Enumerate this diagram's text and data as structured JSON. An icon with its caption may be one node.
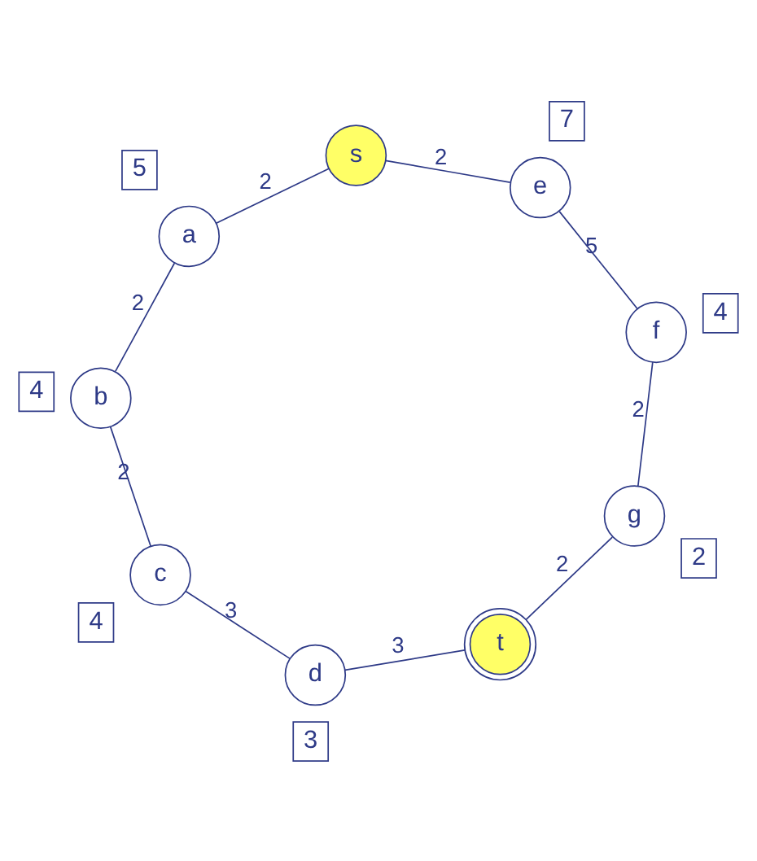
{
  "diagram": {
    "nodes": [
      {
        "text": [
          "e"
        ],
        "beside": [
          "7"
        ]
      },
      {
        "text": [
          "s"
        ]
      },
      {
        "text": [
          "a"
        ],
        "beside": [
          "5"
        ]
      },
      {
        "text": [
          "c"
        ],
        "beside": [
          "4"
        ]
      },
      {
        "text": [
          "b"
        ],
        "beside": [
          "4"
        ]
      },
      {
        "text": [
          "f"
        ],
        "beside": [
          "4"
        ]
      },
      {
        "text": [
          "g"
        ],
        "beside": [
          "2"
        ]
      },
      {
        "text": [
          "d"
        ],
        "beside": [
          "3"
        ]
      },
      {
        "text": [
          "t"
        ]
      }
    ],
    "edges": [
      {
        "from": 1,
        "to": 0,
        "arrow": "none",
        "label": "2"
      },
      {
        "from": 1,
        "to": 2,
        "arrow": "none",
        "label": "2"
      },
      {
        "from": 0,
        "to": 5,
        "arrow": "none",
        "label": "5"
      },
      {
        "from": 2,
        "to": 4,
        "arrow": "none",
        "label": "2"
      },
      {
        "from": 3,
        "to": 4,
        "arrow": "none",
        "label": "2"
      },
      {
        "from": 5,
        "to": 6,
        "arrow": "none",
        "label": "2"
      },
      {
        "from": 3,
        "to": 7,
        "arrow": "none",
        "label": "3"
      },
      {
        "from": 7,
        "to": 8,
        "arrow": "none",
        "label": "3"
      },
      {
        "from": 6,
        "to": 8,
        "arrow": "none",
        "label": "2"
      }
    ]
  }
}
